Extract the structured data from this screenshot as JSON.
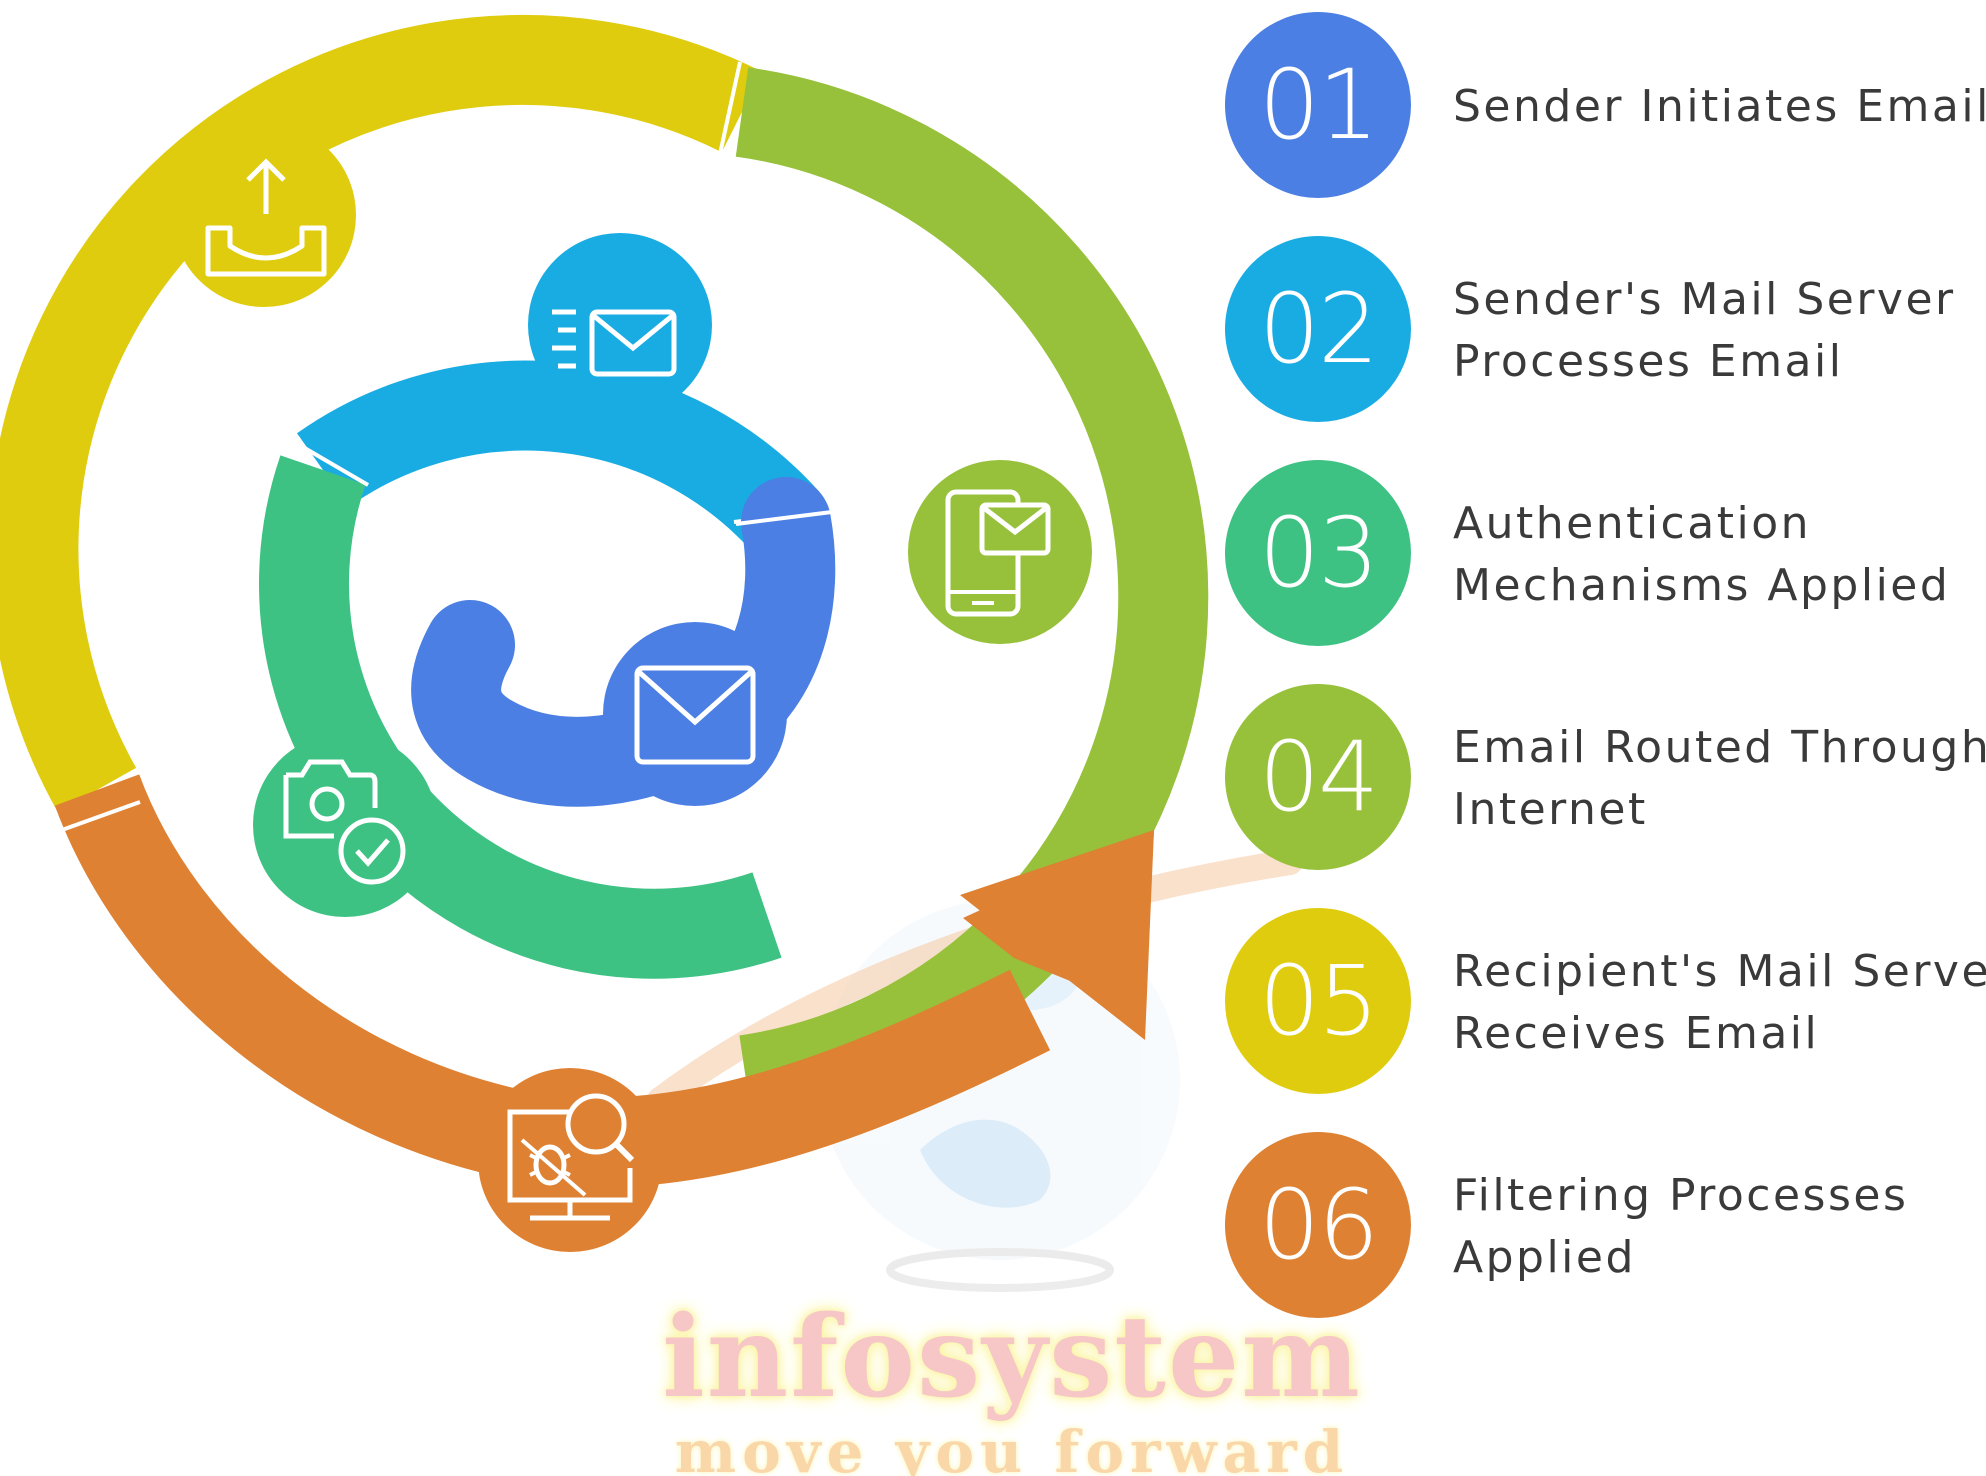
{
  "colors": {
    "blue": "#4b7fe3",
    "cyan": "#19ace3",
    "green": "#3dc283",
    "lime": "#97c13a",
    "yellow": "#e0cc0e",
    "orange": "#de8132",
    "label_text": "#3a3a3a"
  },
  "steps": [
    {
      "number": "01",
      "lines": [
        "Sender Initiates Email"
      ],
      "color": "#4b7fe3"
    },
    {
      "number": "02",
      "lines": [
        "Sender's Mail Server",
        "Processes Email"
      ],
      "color": "#19ace3"
    },
    {
      "number": "03",
      "lines": [
        "Authentication",
        "Mechanisms Applied"
      ],
      "color": "#3dc283"
    },
    {
      "number": "04",
      "lines": [
        "Email Routed Through",
        "Internet"
      ],
      "color": "#97c13a"
    },
    {
      "number": "05",
      "lines": [
        "Recipient's Mail Server",
        "Receives Email"
      ],
      "color": "#e0cc0e"
    },
    {
      "number": "06",
      "lines": [
        "Filtering Processes",
        "Applied"
      ],
      "color": "#de8132"
    }
  ],
  "icons": {
    "blue": "envelope-icon",
    "cyan": "fast-mail-icon",
    "green": "camera-check-icon",
    "lime": "mobile-mail-icon",
    "yellow": "outbox-upload-icon",
    "orange": "bug-scan-icon"
  },
  "watermark": {
    "title": "infosystem",
    "subtitle": "move you forward"
  }
}
